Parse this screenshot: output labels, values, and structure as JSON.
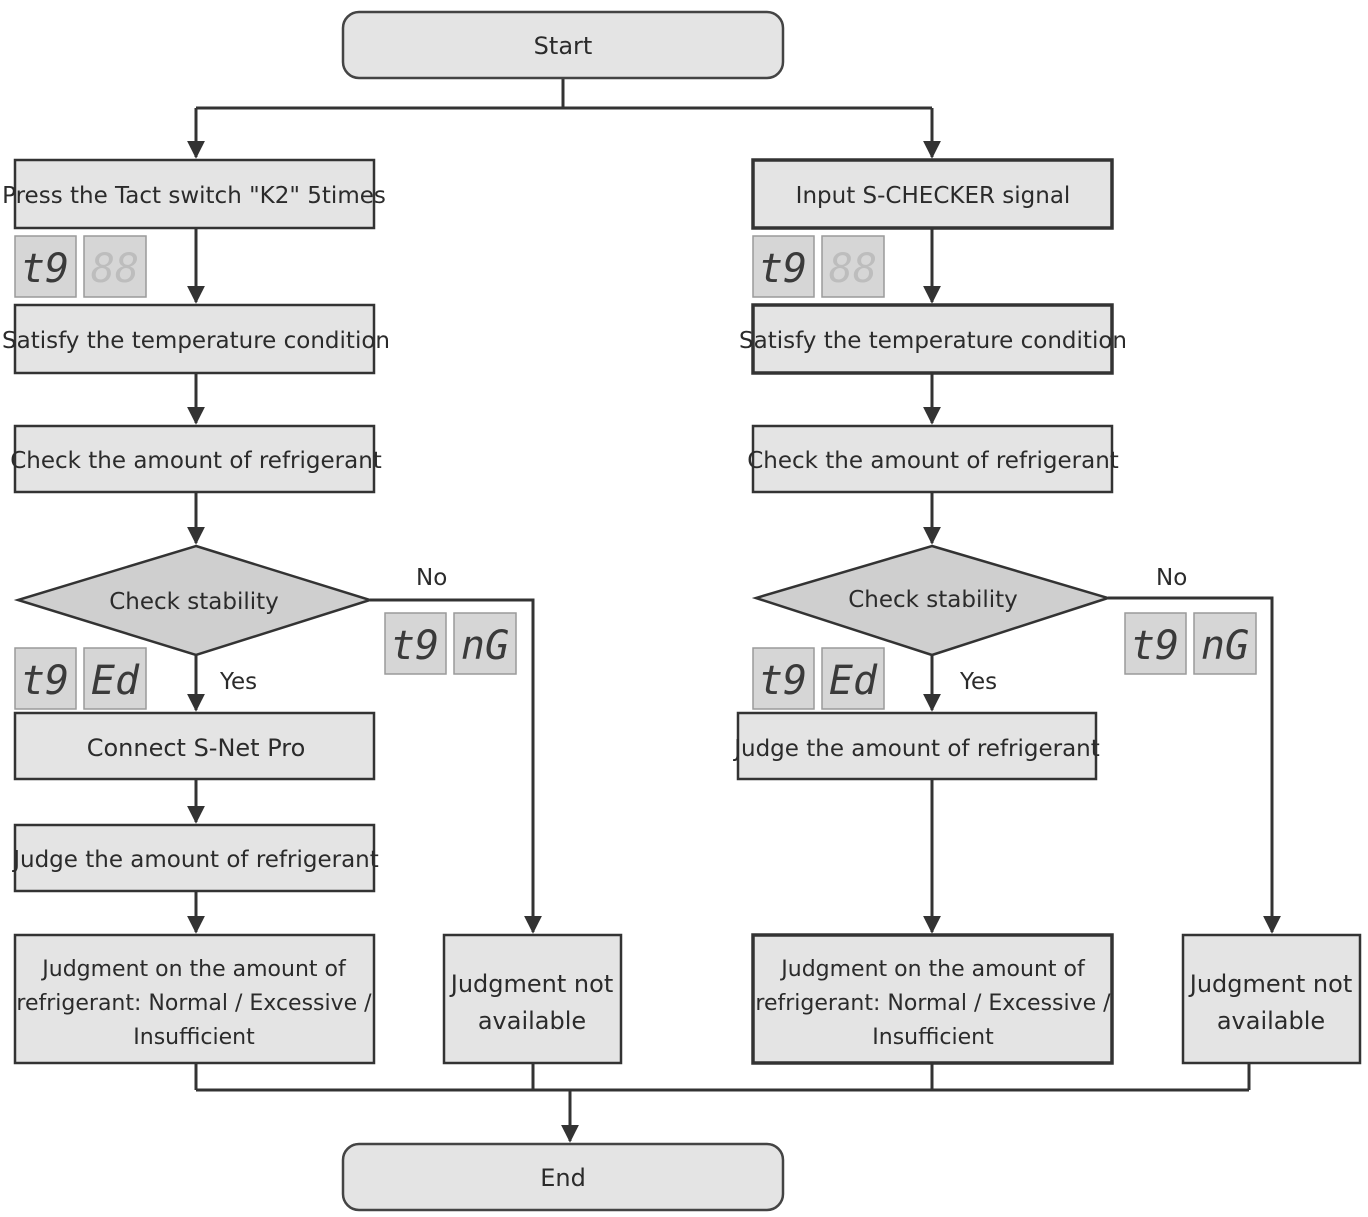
{
  "nodes": {
    "start": "Start",
    "end": "End",
    "left": {
      "step1": "Press the Tact switch \"K2\" 5times",
      "step2": "Satisfy the temperature condition",
      "step3": "Check the amount of refrigerant",
      "decision": "Check stability",
      "yes_label": "Yes",
      "no_label": "No",
      "step4": "Connect S-Net Pro",
      "step5": "Judge the amount of refrigerant",
      "result_line1": "Judgment on the amount of",
      "result_line2": "refrigerant: Normal / Excessive /",
      "result_line3": "Insufficient",
      "na_line1": "Judgment not",
      "na_line2": "available"
    },
    "right": {
      "step1": "Input S-CHECKER signal",
      "step2": "Satisfy the temperature condition",
      "step3": "Check the amount of refrigerant",
      "decision": "Check stability",
      "yes_label": "Yes",
      "no_label": "No",
      "step4": "Judge the amount of refrigerant",
      "result_line1": "Judgment on the amount of",
      "result_line2": "refrigerant: Normal / Excessive /",
      "result_line3": "Insufficient",
      "na_line1": "Judgment not",
      "na_line2": "available"
    }
  },
  "displays": {
    "tg": "t9",
    "blank": "88",
    "ed": "Ed",
    "ng": "nG"
  }
}
